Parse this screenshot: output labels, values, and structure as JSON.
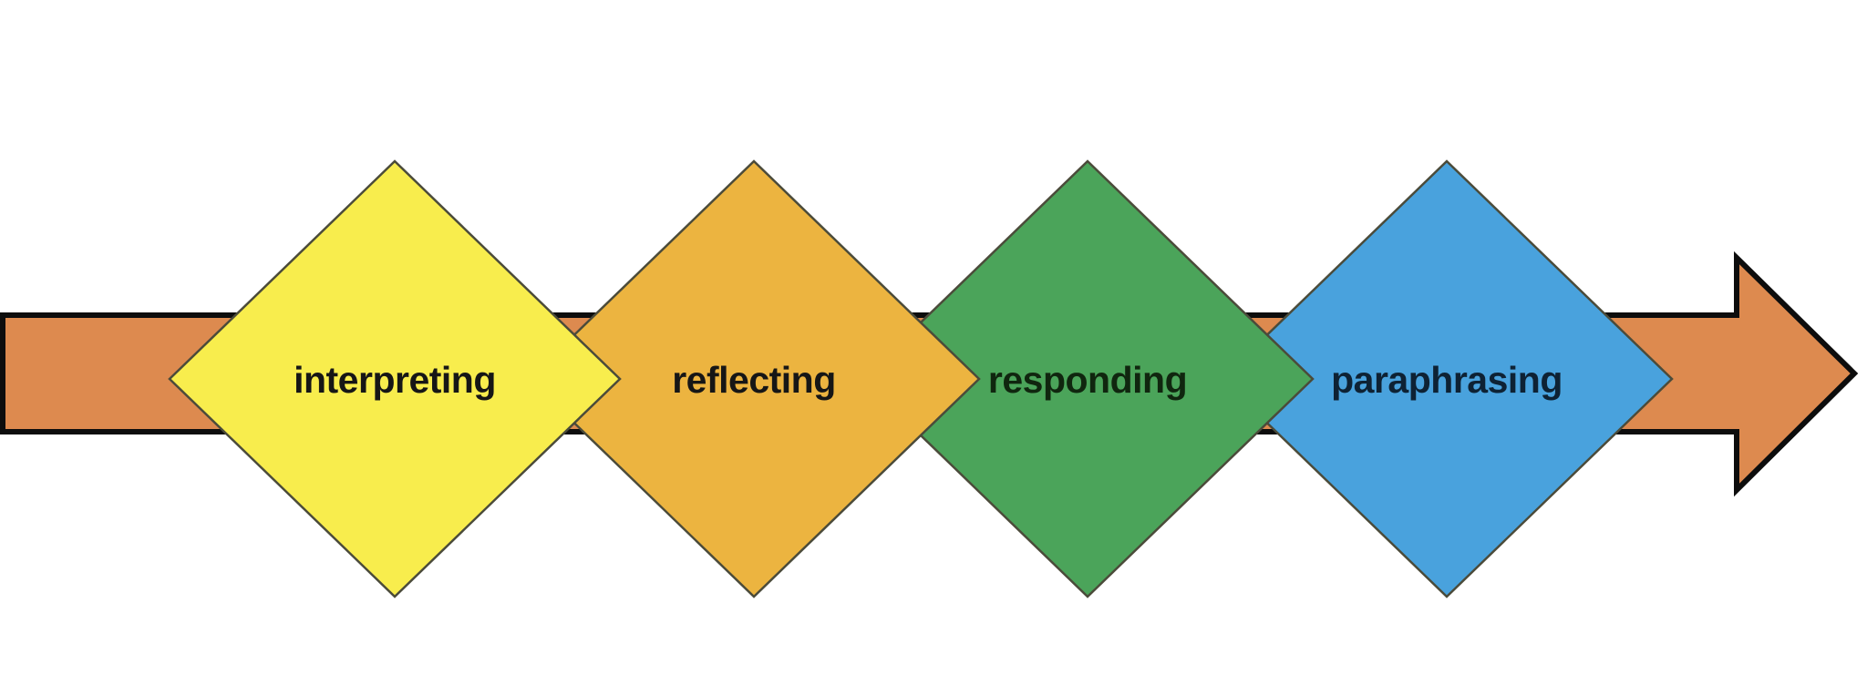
{
  "diagram": {
    "type": "process-flow",
    "direction": "left-to-right",
    "background": "#ffffff",
    "arrow": {
      "name": "timeline-arrow",
      "fill": "#DD8A4F",
      "outline": "#0d0d0d"
    },
    "diamond_outline": "#4b4b3a",
    "stages": [
      {
        "label": "interpreting",
        "fill": "#F8ED4D",
        "text_color": "#161616"
      },
      {
        "label": "reflecting",
        "fill": "#ECB440",
        "text_color": "#161616"
      },
      {
        "label": "responding",
        "fill": "#4BA45A",
        "text_color": "#10260f"
      },
      {
        "label": "paraphrasing",
        "fill": "#49A2DD",
        "text_color": "#0e2234"
      }
    ]
  }
}
